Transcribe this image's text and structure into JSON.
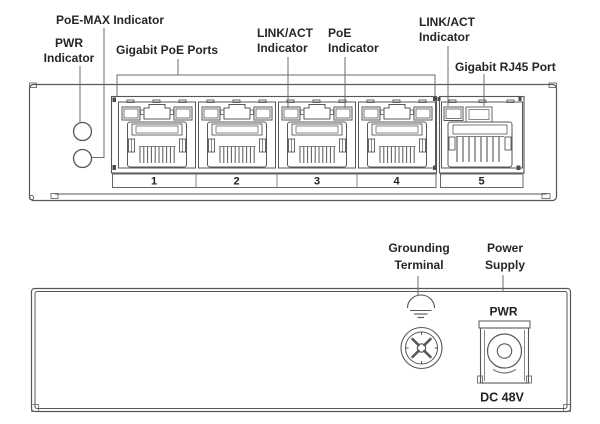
{
  "front": {
    "poe_max_label": "PoE-MAX Indicator",
    "pwr_label_l1": "PWR",
    "pwr_label_l2": "Indicator",
    "gigabit_poe_ports_label": "Gigabit PoE Ports",
    "link_act_left_l1": "LINK/ACT",
    "link_act_left_l2": "Indicator",
    "poe_label_l1": "PoE",
    "poe_label_l2": "Indicator",
    "link_act_right_l1": "LINK/ACT",
    "link_act_right_l2": "Indicator",
    "gigabit_rj45_label": "Gigabit RJ45 Port",
    "port_numbers": [
      "1",
      "2",
      "3",
      "4",
      "5"
    ]
  },
  "rear": {
    "grounding_label_l1": "Grounding",
    "grounding_label_l2": "Terminal",
    "power_label_l1": "Power",
    "power_label_l2": "Supply",
    "pwr_port_label": "PWR",
    "dc_voltage_label": "DC 48V"
  },
  "colors": {
    "line": "#575757",
    "leader": "#6e6e6e",
    "text": "#262626",
    "background": "#ffffff"
  }
}
